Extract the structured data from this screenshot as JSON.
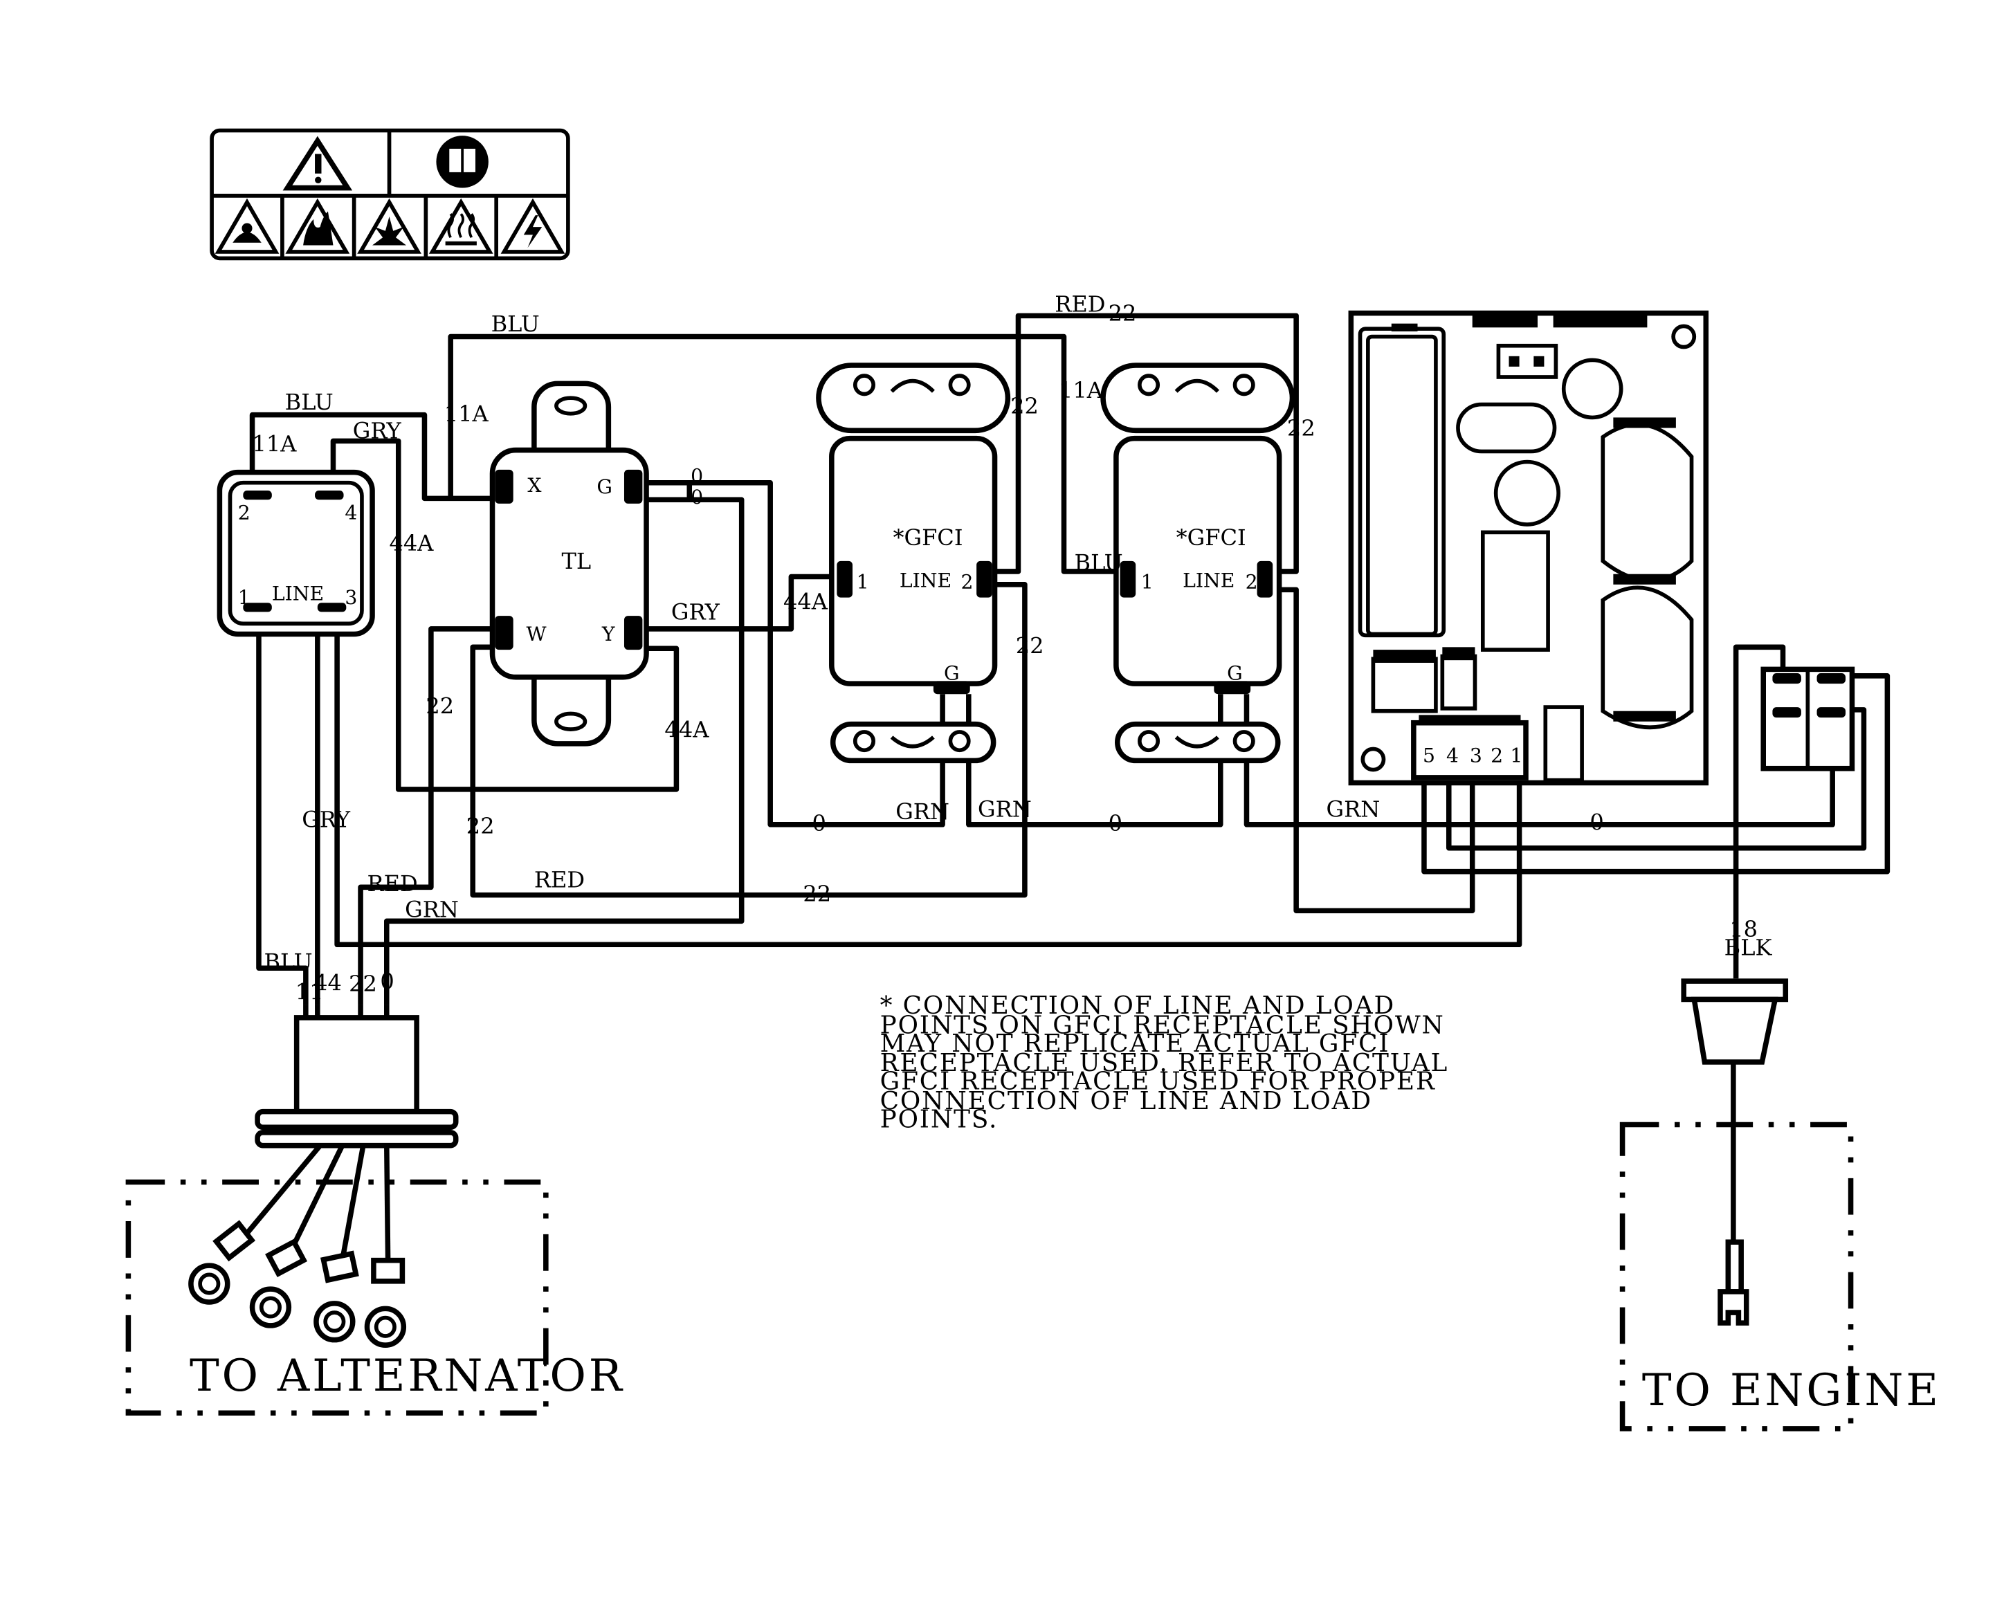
{
  "labels": {
    "sw_blu": "BLU",
    "sw_gry": "GRY",
    "sw_11a": "11A",
    "sw_44a": "44A",
    "sw_t2": "2",
    "sw_t4": "4",
    "sw_t1": "1",
    "sw_t3": "3",
    "sw_line": "LINE",
    "top_blu": "BLU",
    "tr_11a": "11A",
    "tr_x": "X",
    "tr_g": "G",
    "tr_w": "W",
    "tr_y": "Y",
    "tr_name": "TL",
    "tr_0a": "0",
    "tr_0b": "0",
    "tr_gry": "GRY",
    "tr_44a": "44A",
    "tr_44a_b": "44A",
    "w22_left": "22",
    "w22_left2": "22",
    "gry_vert": "GRY",
    "red_left": "RED",
    "grn_left": "GRN",
    "blu_bottom": "BLU",
    "p11": "11",
    "p44": "44",
    "p22": "22",
    "p0": "0",
    "red_mid": "RED",
    "w22_mid": "22",
    "g1_title": "*GFCI",
    "g1_line": "LINE",
    "g1_t1": "1",
    "g1_t2": "2",
    "g1_g": "G",
    "g1_22a": "22",
    "g1_22b": "22",
    "grn_a": "GRN",
    "grn_b": "GRN",
    "zero_a": "0",
    "zero_b": "0",
    "top_red": "RED",
    "top_22": "22",
    "g2_11a": "11A",
    "g2_blu": "BLU",
    "g2_title": "*GFCI",
    "g2_line": "LINE",
    "g2_t1": "1",
    "g2_t2": "2",
    "g2_g": "G",
    "g2_22": "22",
    "grn_c": "GRN",
    "zero_c": "0",
    "conn_5": "5",
    "conn_4": "4",
    "conn_3": "3",
    "conn_2": "2",
    "conn_1": "1",
    "blk_18": "18",
    "blk_blk": "BLK",
    "to_alternator": "TO ALTERNATOR",
    "to_engine": "TO ENGINE"
  },
  "note_lines": [
    "* CONNECTION OF LINE AND LOAD",
    "POINTS  ON GFCI  RECEPTACLE SHOWN",
    "MAY NOT REPLICATE ACTUAL GFCI",
    "RECEPTACLE USED.  REFER TO ACTUAL",
    "GFCI RECEPTACLE USED FOR PROPER",
    "CONNECTION OF LINE AND LOAD",
    "POINTS."
  ],
  "icons": [
    "warning-icon",
    "manual-icon",
    "toxic-fumes-icon",
    "fire-icon",
    "explosion-icon",
    "hot-surface-icon",
    "electric-shock-icon"
  ]
}
